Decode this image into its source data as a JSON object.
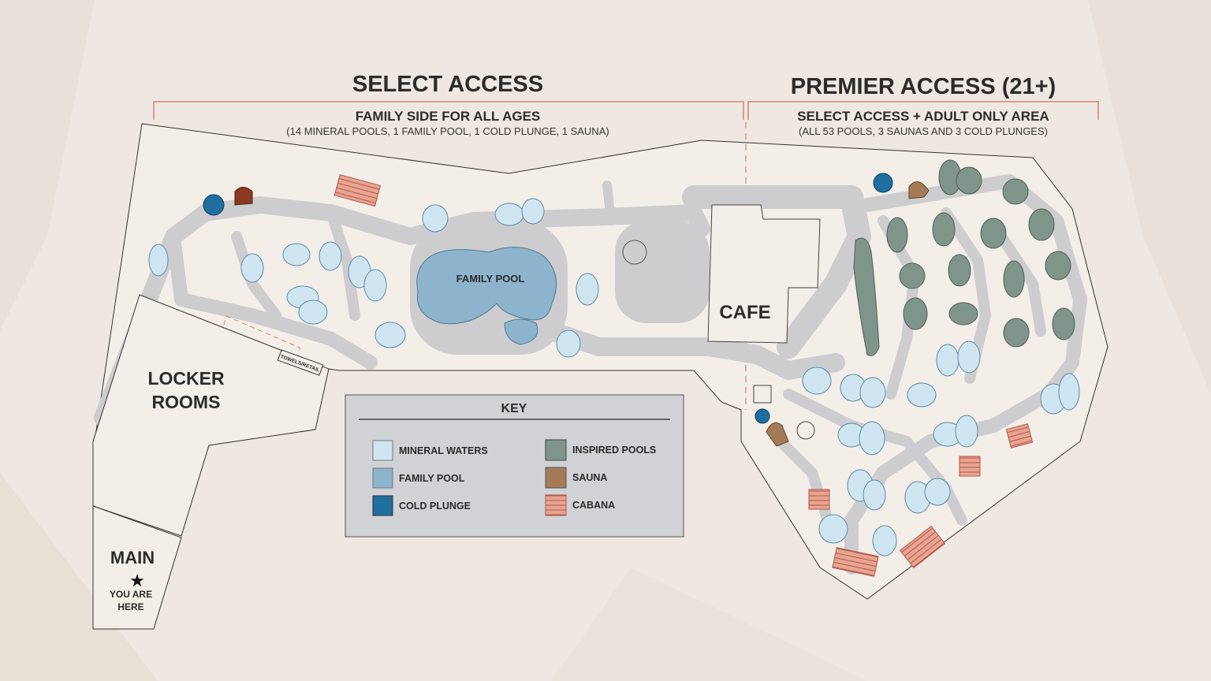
{
  "headers": {
    "select": {
      "title": "SELECT ACCESS",
      "subtitle": "FAMILY SIDE FOR ALL AGES",
      "details": "(14 MINERAL POOLS, 1 FAMILY POOL, 1 COLD PLUNGE, 1 SAUNA)"
    },
    "premier": {
      "title": "PREMIER ACCESS (21+)",
      "subtitle": "SELECT ACCESS + ADULT ONLY AREA",
      "details": "(ALL 53 POOLS, 3 SAUNAS AND 3 COLD PLUNGES)"
    }
  },
  "areas": {
    "family_pool": "FAMILY POOL",
    "cafe": "CAFE",
    "locker_rooms": [
      "LOCKER",
      "ROOMS"
    ],
    "towels_retail": "TOWELS/RETAIL",
    "main": "MAIN",
    "you_are_here": [
      "YOU ARE",
      "HERE"
    ]
  },
  "key": {
    "title": "KEY",
    "items": [
      {
        "label": "MINERAL WATERS",
        "color": "#cfe6f2"
      },
      {
        "label": "FAMILY POOL",
        "color": "#8db4cc"
      },
      {
        "label": "COLD PLUNGE",
        "color": "#1f6ea0"
      },
      {
        "label": "INSPIRED POOLS",
        "color": "#7f958c"
      },
      {
        "label": "SAUNA",
        "color": "#a57b57"
      },
      {
        "label": "CABANA",
        "color": "#e8a491"
      }
    ]
  },
  "colors": {
    "accent": "#d9826a",
    "paths": "#cdcdd0",
    "site": "#f3eee8"
  }
}
